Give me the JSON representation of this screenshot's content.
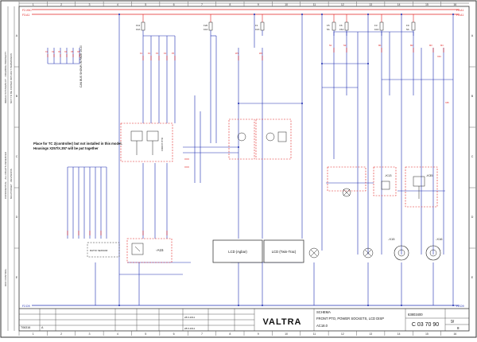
{
  "columns": [
    "1",
    "2",
    "3",
    "4",
    "5",
    "6",
    "7",
    "8",
    "9",
    "10",
    "11",
    "12",
    "13",
    "14",
    "15",
    "16"
  ],
  "rows": [
    "A",
    "B",
    "C",
    "D",
    "E"
  ],
  "rails": {
    "top_left_1": "F2.X5C",
    "top_left_2": "F3.A1",
    "top_right_1": "F3.A1",
    "top_right_2": "F3.A1",
    "bottom_left": "F2.D9",
    "bottom_right": "F2.D9"
  },
  "fuses": [
    {
      "ref": "F13",
      "rating": "10A"
    },
    {
      "ref": "F20",
      "rating": "10A"
    },
    {
      "ref": "F5",
      "rating": "5A"
    },
    {
      "ref": "F6",
      "rating": "15A"
    },
    {
      "ref": "F3",
      "rating": "10A"
    },
    {
      "ref": "F9",
      "rating": "5A"
    },
    {
      "ref": "F1",
      "rating": "10A"
    }
  ],
  "components": {
    "a15": "-A15",
    "k13": "-K13",
    "k35": "-K35",
    "x15": "-X15",
    "x16": "-X16",
    "lcd_agbar": "LCD (Agbar)",
    "lcd_twin": "LCD (Twin-Trac)",
    "front_pto": "FRONT PTO",
    "sensor": "RATIO SENSOR"
  },
  "notes": {
    "note_line1": "Place for TC 2(controller) but not installed in this model.",
    "note_line2": "Housings X257/X.357 will be put together",
    "side_text": "CAN BUS SHOWN IN PAGE 15.20"
  },
  "title_block": {
    "brand": "VALTRA",
    "schema": "SCHEMA",
    "title1": "FRONT PTO, POWER SOCKETS, LCD DISP",
    "title2": "AC18.0",
    "doc_number": "63803400",
    "drawing_number": "C 03 70 90",
    "sheet": "9/",
    "sheet_total": "8",
    "left_code": "T06316",
    "revision": "A",
    "date1": "28.6.2011",
    "date2": "28.6.2011"
  },
  "colors": {
    "wire": "#1c2bb0",
    "red": "#e02020",
    "ink": "#222222",
    "border": "#333333"
  }
}
